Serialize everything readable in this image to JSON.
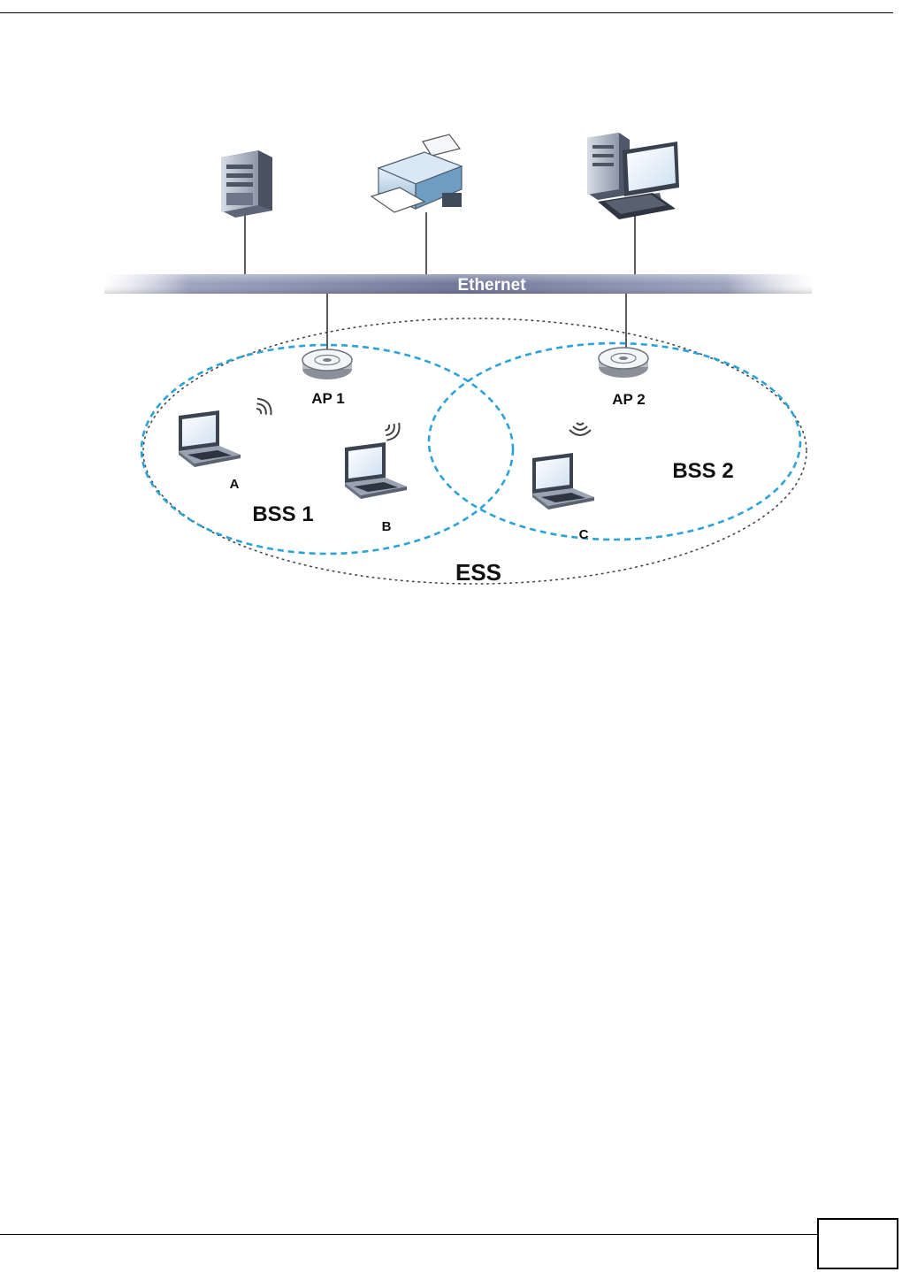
{
  "diagram": {
    "backbone_label": "Ethernet",
    "ap1_label": "AP 1",
    "ap2_label": "AP 2",
    "client_a": "A",
    "client_b": "B",
    "client_c": "C",
    "bss1_label": "BSS 1",
    "bss2_label": "BSS 2",
    "ess_label": "ESS"
  },
  "colors": {
    "bss_dash": "#2aa3d9",
    "ethernet_band": "#7f86a6",
    "ethernet_text": "#ffffff"
  },
  "icons": [
    "server-icon",
    "printer-icon",
    "desktop-computer-icon",
    "access-point-icon",
    "laptop-icon",
    "wireless-signal-icon"
  ]
}
